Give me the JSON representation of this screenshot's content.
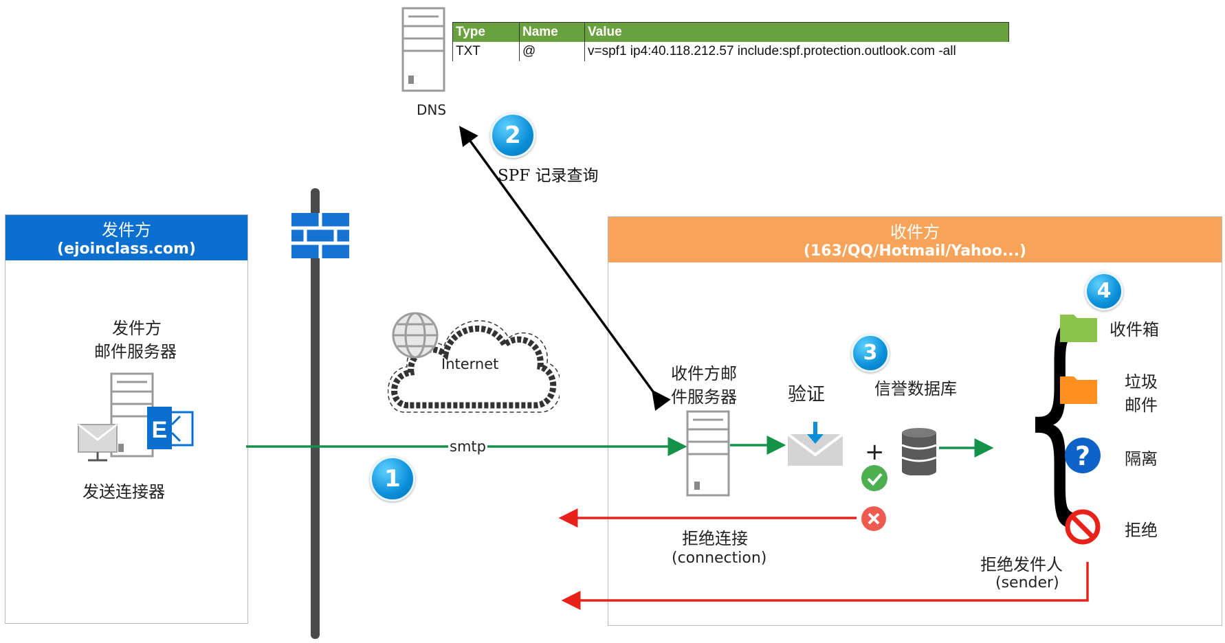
{
  "dns": {
    "label": "DNS",
    "table": {
      "headers": [
        "Type",
        "Name",
        "Value"
      ],
      "row": [
        "TXT",
        "@",
        "v=spf1 ip4:40.118.212.57 include:spf.protection.outlook.com -all"
      ]
    }
  },
  "spf_query_label": "SPF 记录查询",
  "sender_panel": {
    "title": "发件方",
    "domain": "(ejoinclass.com)",
    "server_line1": "发件方",
    "server_line2": "邮件服务器",
    "connector_label": "发送连接器",
    "header_color": "#0a6fcf"
  },
  "receiver_panel": {
    "title": "收件方",
    "domains": "(163/QQ/Hotmail/Yahoo...)",
    "header_color": "#f8a35a",
    "server_line1": "收件方邮",
    "server_line2": "件服务器",
    "verify_label": "验证",
    "reputation_label": "信誉数据库",
    "outcomes": [
      {
        "label": "收件箱",
        "icon": "green-folder-icon"
      },
      {
        "label_line1": "垃圾",
        "label_line2": "邮件",
        "icon": "orange-folder-icon"
      },
      {
        "label": "隔离",
        "icon": "question-icon"
      },
      {
        "label": "拒绝",
        "icon": "prohibited-icon"
      }
    ],
    "reject_connection": {
      "line1": "拒绝连接",
      "line2": "(connection)"
    },
    "reject_sender": {
      "line1": "拒绝发件人",
      "line2": "(sender)"
    }
  },
  "internet_label": "Internet",
  "smtp_label": "smtp",
  "steps": [
    "1",
    "2",
    "3",
    "4"
  ],
  "colors": {
    "green_arrow": "#14924a",
    "red_arrow": "#e8221b",
    "firewall": "#1673d1",
    "pole": "#4a4a4a"
  }
}
